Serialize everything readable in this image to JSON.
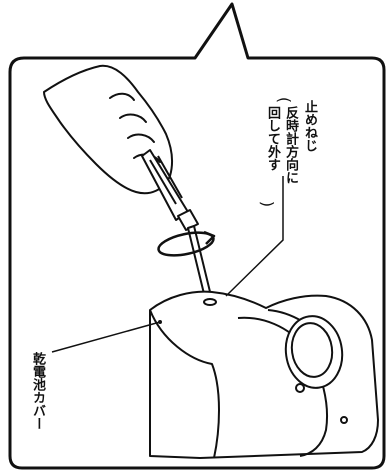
{
  "labels": {
    "stop_screw": "止めねじ",
    "instruction_line1": "反時計方向に",
    "instruction_line2": "回して外す",
    "battery_cover": "乾電池カバー"
  },
  "colors": {
    "line": "#111111",
    "background": "#ffffff"
  },
  "icons": {
    "rotation_arrow": "counterclockwise-rotation-arrow-icon"
  }
}
